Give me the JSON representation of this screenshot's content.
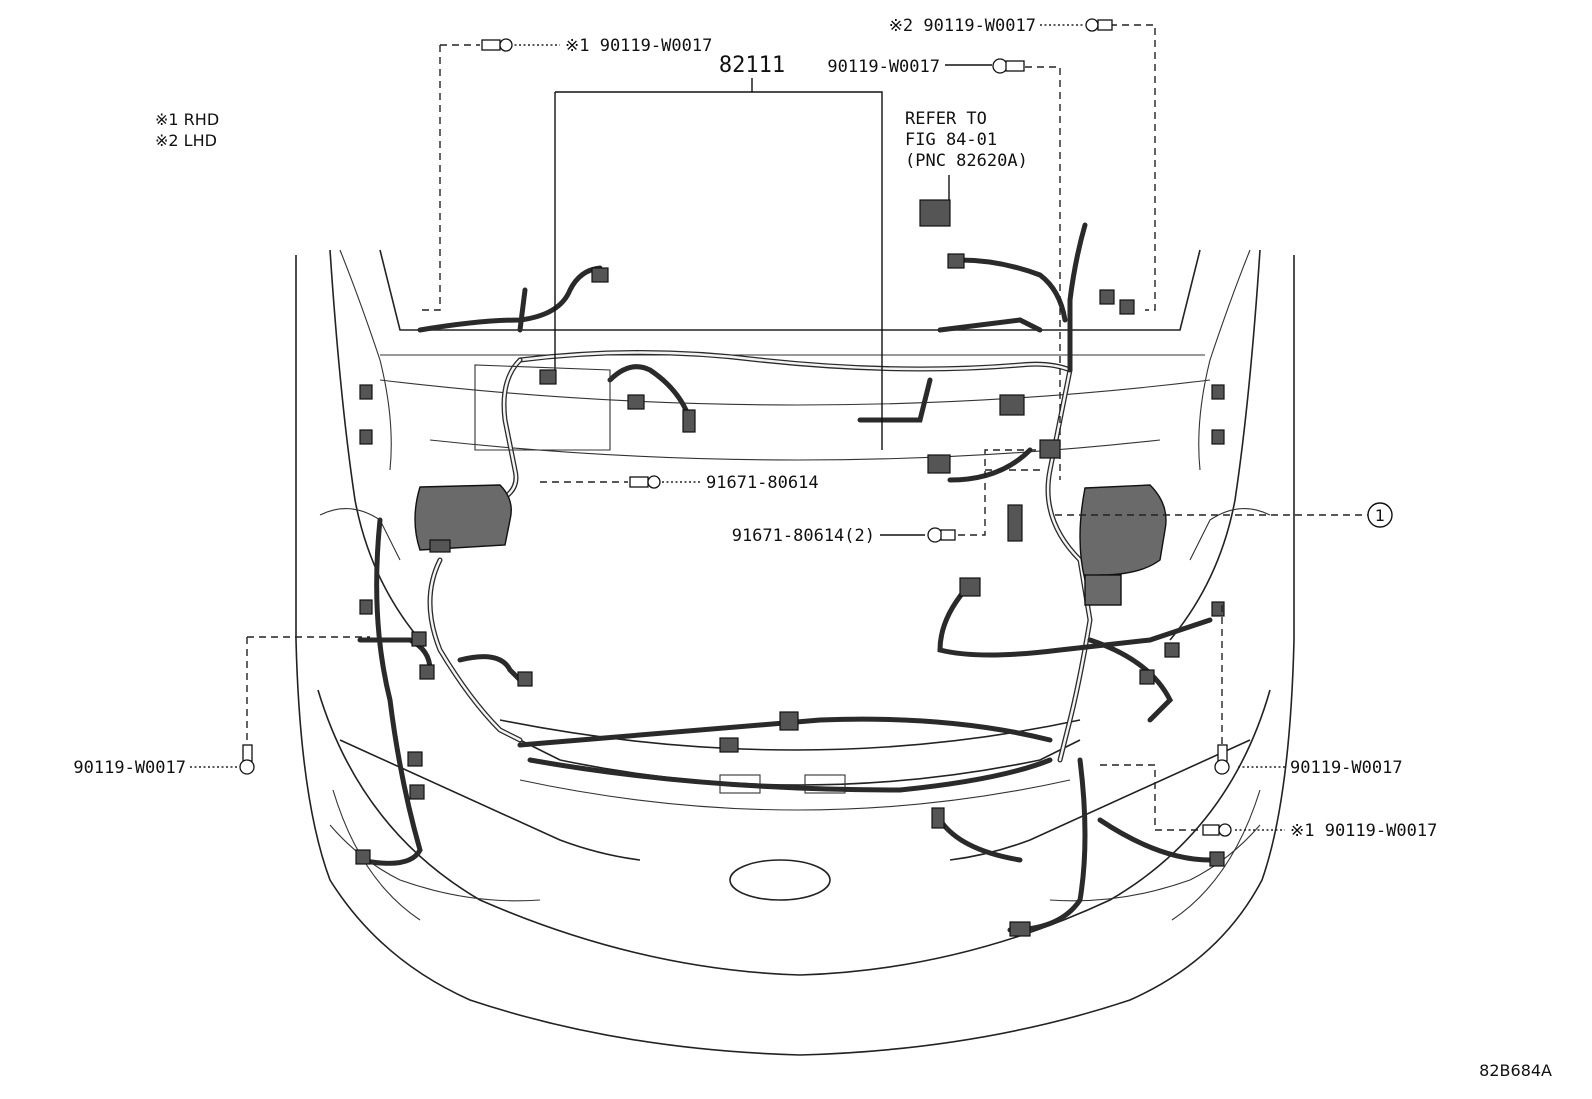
{
  "legend": {
    "rhd": "※1 RHD",
    "lhd": "※2 LHD"
  },
  "main_part": "82111",
  "refer": {
    "line1": "REFER TO",
    "line2": "FIG 84-01",
    "line3": "(PNC 82620A)"
  },
  "callouts": {
    "bolt_top_left": "※1 90119-W0017",
    "bolt_top_right_lhd": "※2 90119-W0017",
    "bolt_top_right": "90119-W0017",
    "clip_center": "91671-80614",
    "clip_center_2": "91671-80614(2)",
    "bolt_left": "90119-W0017",
    "bolt_right": "90119-W0017",
    "bolt_bottom_right": "※1 90119-W0017",
    "circle_ref": "1"
  },
  "figure_code": "82B684A"
}
